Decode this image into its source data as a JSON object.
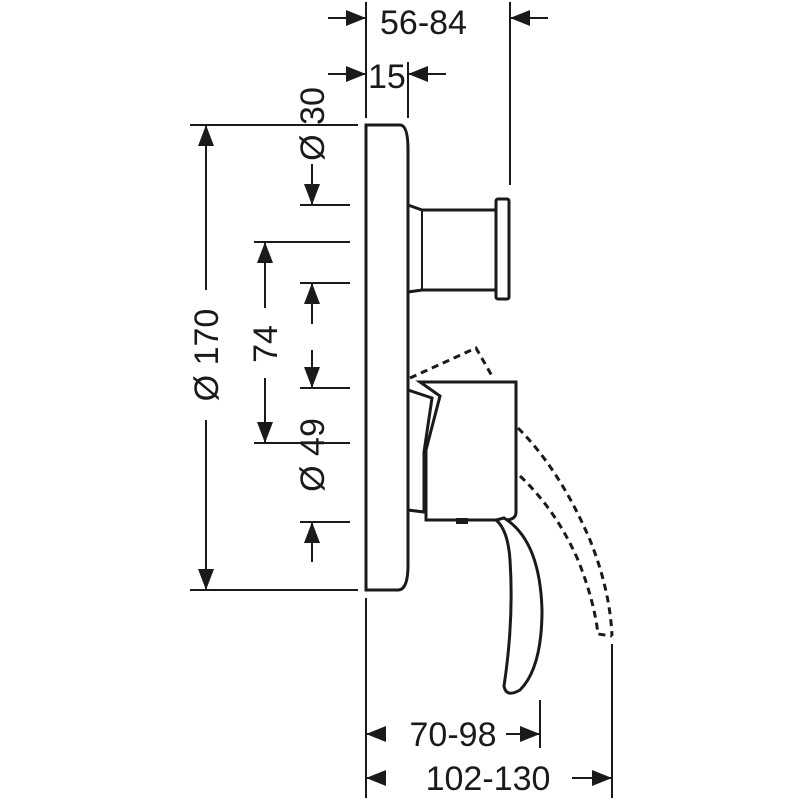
{
  "dimensions": {
    "total_depth": "56-84",
    "plate_to_body": "15",
    "diam_top": "Ø 30",
    "diam_plate": "Ø 170",
    "center_distance": "74",
    "diam_lower": "Ø 49",
    "handle_depth": "70-98",
    "handle_swing_depth": "102-130"
  }
}
